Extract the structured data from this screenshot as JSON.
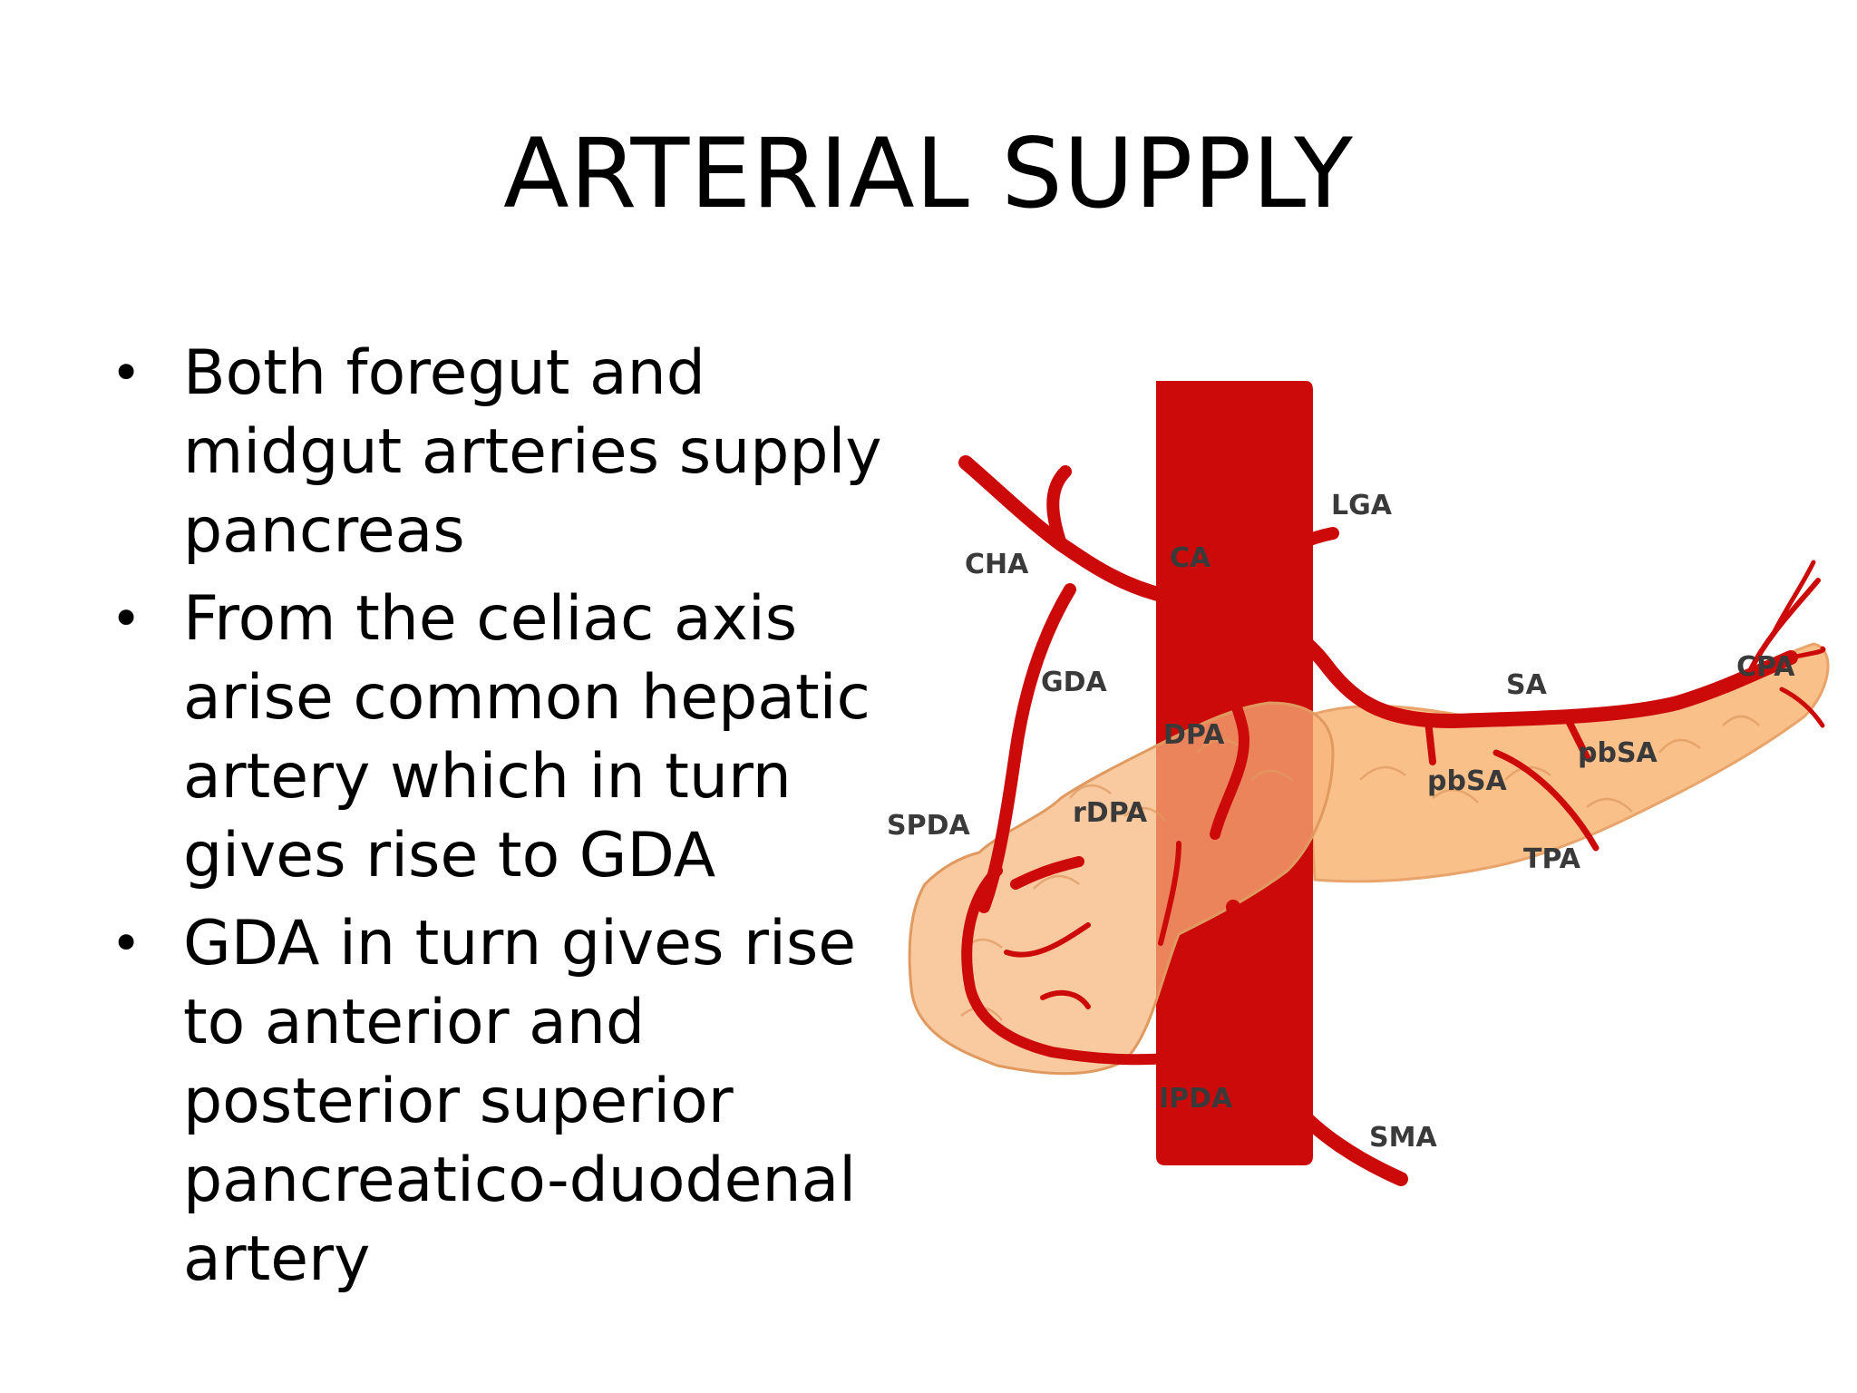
{
  "slide": {
    "title": "ARTERIAL SUPPLY",
    "bullets": [
      "Both foregut and midgut arteries supply pancreas",
      "From the celiac axis arise common hepatic artery which in turn gives rise to GDA",
      "GDA in turn gives rise to anterior and posterior superior pancreatico-duodenal artery"
    ]
  },
  "diagram": {
    "labels": {
      "cha": "CHA",
      "ca": "CA",
      "lga": "LGA",
      "gda": "GDA",
      "dpa": "DPA",
      "sa": "SA",
      "cpa": "CPA",
      "pbsa1": "pbSA",
      "pbsa2": "pbSA",
      "rdpa": "rDPA",
      "spda": "SPDA",
      "tpa": "TPA",
      "ipda": "IPDA",
      "sma": "SMA"
    },
    "colors": {
      "artery": "#cc0a0a",
      "pancreas": "#f9c08a",
      "pancreas_outline": "#e8a46a",
      "label": "#3a3a3a"
    }
  }
}
